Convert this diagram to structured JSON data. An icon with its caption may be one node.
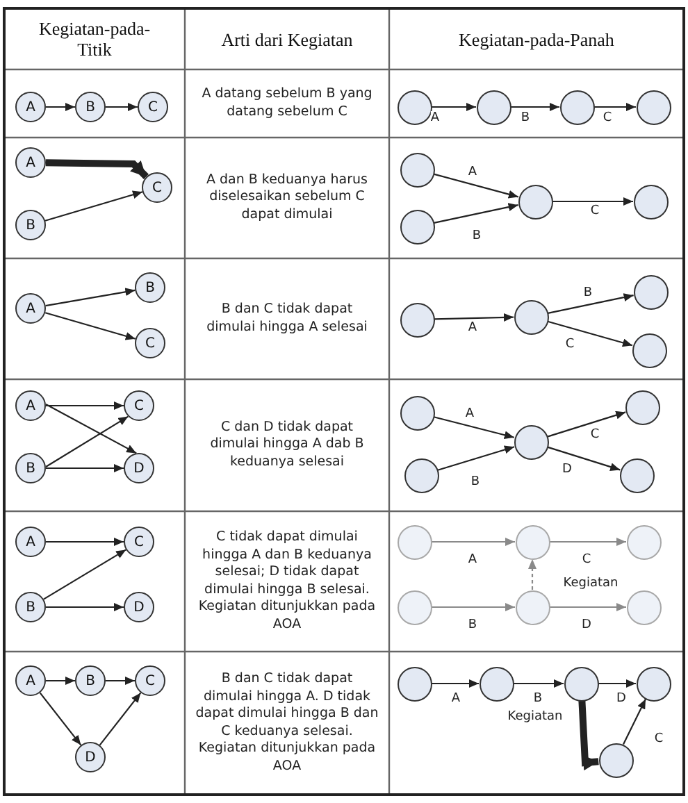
{
  "diagram": {
    "nodes": [
      {
        "text": [
          "A"
        ]
      },
      {
        "text": [
          "B"
        ]
      },
      {
        "text": [
          "C"
        ]
      },
      {
        "text": [],
        "shape": "circle"
      },
      {
        "text": [],
        "shape": "circle"
      },
      {
        "text": [],
        "shape": "circle"
      },
      {
        "text": [],
        "shape": "circle"
      },
      {
        "text": [
          "A"
        ]
      },
      {
        "text": [
          "B"
        ]
      },
      {
        "text": [
          "C"
        ]
      },
      {
        "text": [],
        "shape": "circle"
      },
      {
        "text": [],
        "shape": "circle"
      },
      {
        "text": [],
        "shape": "circle"
      },
      {
        "text": [],
        "shape": "circle"
      },
      {
        "text": [
          "A"
        ]
      },
      {
        "text": [
          "B"
        ]
      },
      {
        "text": [
          "C"
        ]
      },
      {
        "text": [],
        "shape": "circle"
      },
      {
        "text": [],
        "shape": "circle"
      },
      {
        "text": [],
        "shape": "circle"
      },
      {
        "text": [],
        "shape": "circle"
      },
      {
        "text": [
          "A"
        ]
      },
      {
        "text": [
          "C"
        ]
      },
      {
        "text": [
          "B"
        ]
      },
      {
        "text": [
          "D"
        ]
      },
      {
        "text": [],
        "shape": "circle"
      },
      {
        "text": [],
        "shape": "circle"
      },
      {
        "text": [],
        "shape": "circle"
      },
      {
        "text": [],
        "shape": "circle"
      },
      {
        "text": [],
        "shape": "circle"
      },
      {
        "text": [
          "A"
        ]
      },
      {
        "text": [
          "C"
        ]
      },
      {
        "text": [
          "B"
        ]
      },
      {
        "text": [
          "D"
        ]
      },
      {
        "text": [],
        "shape": "circle"
      },
      {
        "text": [],
        "shape": "circle"
      },
      {
        "text": [],
        "shape": "circle"
      },
      {
        "text": [],
        "shape": "circle"
      },
      {
        "text": [],
        "shape": "circle"
      },
      {
        "text": [],
        "shape": "circle"
      },
      {
        "text": [
          "A"
        ]
      },
      {
        "text": [
          "B"
        ]
      },
      {
        "text": [
          "C"
        ]
      },
      {
        "text": [
          "D"
        ]
      },
      {
        "text": [],
        "shape": "circle"
      },
      {
        "text": [],
        "shape": "circle"
      },
      {
        "text": [],
        "shape": "circle"
      },
      {
        "text": [],
        "shape": "circle"
      },
      {
        "text": [],
        "shape": "circle"
      }
    ],
    "edges": [
      {
        "from": 0,
        "to": 1,
        "arrow": "to"
      },
      {
        "from": 1,
        "to": 2,
        "arrow": "to"
      },
      {
        "from": 3,
        "to": 4,
        "arrow": "to",
        "label": "A"
      },
      {
        "from": 4,
        "to": 5,
        "arrow": "to",
        "label": "B"
      },
      {
        "from": 5,
        "to": 6,
        "arrow": "to",
        "label": "C"
      },
      {
        "from": 7,
        "to": 9,
        "arrow": "to",
        "style": "thick"
      },
      {
        "from": 8,
        "to": 9,
        "arrow": "to"
      },
      {
        "from": 10,
        "to": 12,
        "arrow": "to",
        "label": "A"
      },
      {
        "from": 11,
        "to": 12,
        "arrow": "to",
        "label": "B"
      },
      {
        "from": 12,
        "to": 13,
        "arrow": "to",
        "label": "C"
      },
      {
        "from": 14,
        "to": 15,
        "arrow": "to"
      },
      {
        "from": 14,
        "to": 16,
        "arrow": "to"
      },
      {
        "from": 17,
        "to": 18,
        "arrow": "to",
        "label": "A"
      },
      {
        "from": 18,
        "to": 19,
        "arrow": "to",
        "label": "B"
      },
      {
        "from": 18,
        "to": 20,
        "arrow": "to",
        "label": "C"
      },
      {
        "from": 21,
        "to": 22,
        "arrow": "to"
      },
      {
        "from": 21,
        "to": 24,
        "arrow": "to"
      },
      {
        "from": 23,
        "to": 22,
        "arrow": "to"
      },
      {
        "from": 23,
        "to": 24,
        "arrow": "to"
      },
      {
        "from": 25,
        "to": 27,
        "arrow": "to",
        "label": "A"
      },
      {
        "from": 28,
        "to": 27,
        "arrow": "to",
        "label": "B"
      },
      {
        "from": 27,
        "to": 26,
        "arrow": "to",
        "label": "C"
      },
      {
        "from": 27,
        "to": 29,
        "arrow": "to",
        "label": "D"
      },
      {
        "from": 30,
        "to": 31,
        "arrow": "to"
      },
      {
        "from": 32,
        "to": 31,
        "arrow": "to"
      },
      {
        "from": 32,
        "to": 33,
        "arrow": "to"
      },
      {
        "from": 34,
        "to": 35,
        "arrow": "to",
        "label": "A",
        "color": "#8a8a8a"
      },
      {
        "from": 35,
        "to": 36,
        "arrow": "to",
        "label": "C",
        "color": "#8a8a8a"
      },
      {
        "from": 38,
        "to": 35,
        "arrow": "to",
        "label": "Kegiatan",
        "style": "dashed",
        "color": "#8a8a8a"
      },
      {
        "from": 37,
        "to": 38,
        "arrow": "to",
        "label": "B",
        "color": "#8a8a8a"
      },
      {
        "from": 38,
        "to": 39,
        "arrow": "to",
        "label": "D",
        "color": "#8a8a8a"
      },
      {
        "from": 40,
        "to": 41,
        "arrow": "to"
      },
      {
        "from": 41,
        "to": 42,
        "arrow": "to"
      },
      {
        "from": 40,
        "to": 43,
        "arrow": "to"
      },
      {
        "from": 43,
        "to": 42,
        "arrow": "to"
      },
      {
        "from": 44,
        "to": 45,
        "arrow": "to",
        "label": "A"
      },
      {
        "from": 45,
        "to": 46,
        "arrow": "to",
        "label": "B"
      },
      {
        "from": 46,
        "to": 47,
        "arrow": "to",
        "label": "D"
      },
      {
        "from": 46,
        "to": 48,
        "arrow": "to",
        "label": "Kegiatan",
        "style": "thick"
      },
      {
        "from": 48,
        "to": 47,
        "arrow": "to",
        "label": "C"
      }
    ],
    "labels": [
      "Kegiatan-pada-Titik",
      "Arti dari Kegiatan",
      "Kegiatan-pada-Panah",
      "A datang sebelum B yang datang sebelum C",
      "A dan B keduanya harus diselesaikan sebelum C dapat dimulai",
      "B dan C tidak dapat dimulai hingga A selesai",
      "C dan D tidak dapat dimulai hingga A dab B keduanya selesai",
      "C tidak dapat dimulai hingga A dan B keduanya selesai; D tidak dapat dimulai hingga B selesai. Kegiatan ditunjukkan pada AOA",
      "B dan C tidak dapat dimulai hingga A. D tidak dapat dimulai hingga B dan C keduanya selesai. Kegiatan ditunjukkan pada AOA"
    ]
  }
}
